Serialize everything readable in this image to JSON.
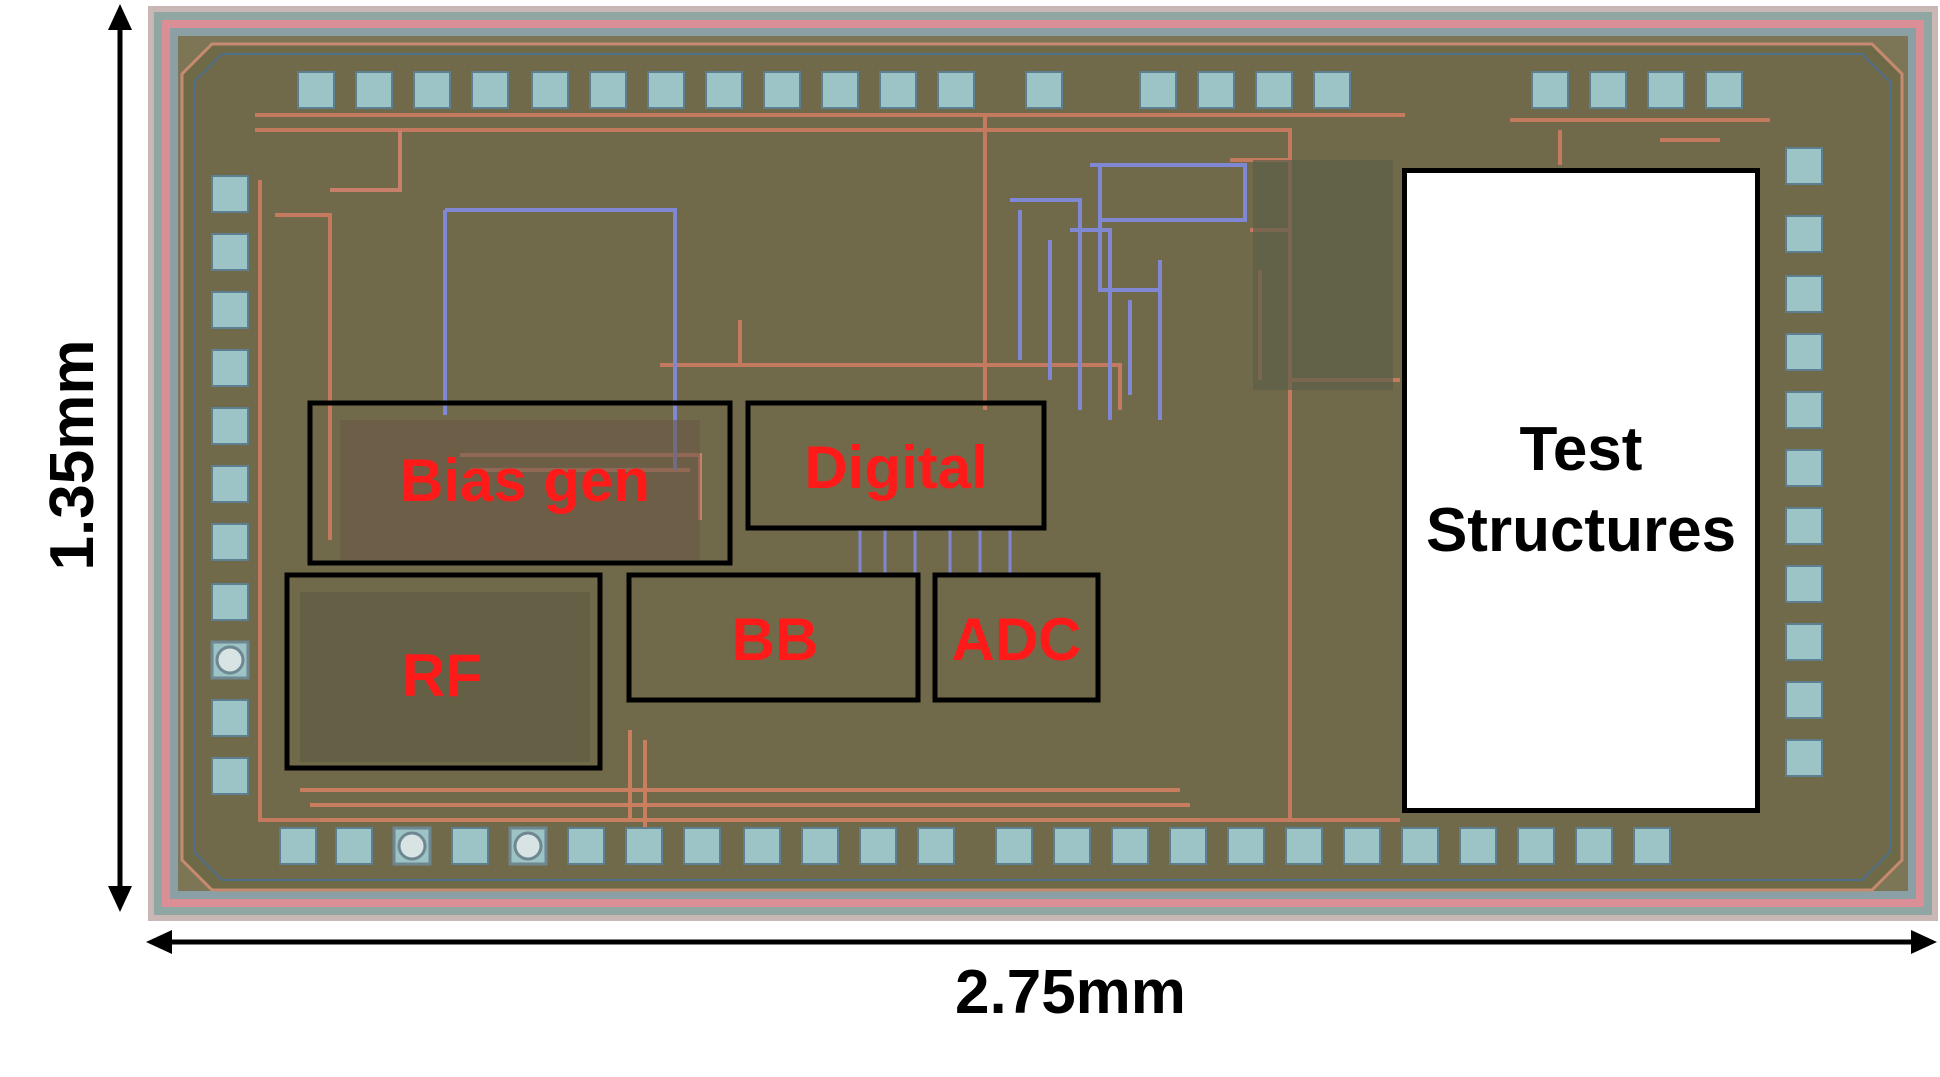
{
  "dimensions": {
    "height_label": "1.35mm",
    "width_label": "2.75mm"
  },
  "blocks": {
    "bias_gen": "Bias gen",
    "digital": "Digital",
    "rf": "RF",
    "bb": "BB",
    "adc": "ADC",
    "test_structures_line1": "Test",
    "test_structures_line2": "Structures"
  },
  "colors": {
    "die_background": "#6f6a4a",
    "metal_trace_red": "#d8785a",
    "metal_trace_blue": "#7f86d2",
    "pad": "#9cc3c6",
    "label_red": "#ff1a1a",
    "seal_ring": "#d98f95"
  }
}
